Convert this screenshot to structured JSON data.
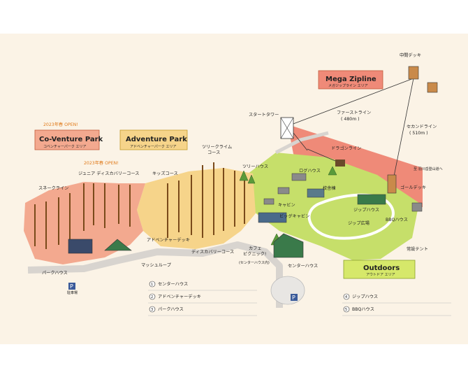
{
  "areas": {
    "coventure": {
      "title": "Co-Venture Park",
      "subtitle": "コベンチャーパーク エリア",
      "badge": "2023年春 OPEN!"
    },
    "adventure": {
      "title": "Adventure Park",
      "subtitle": "アドベンチャーパーク エリア",
      "badge": "2023年春 OPEN!"
    },
    "zipline": {
      "title": "Mega Zipline",
      "subtitle": "メガジップライン エリア"
    },
    "outdoors": {
      "title": "Outdoors",
      "subtitle": "アウトドア エリア"
    }
  },
  "places": {
    "snake_line": "スネークライン",
    "junior_course": "ジュニア ディスカバリーコース",
    "kids_course": "キッズコース",
    "tree_climb": "ツリークライム\nコース",
    "adventure_deck": "アドベンチャーデッキ",
    "discovery_course": "ディスカバリーコース",
    "mash_loop": "マッシュループ",
    "park_house": "パークハウス",
    "parking": "駐車場",
    "start_tower": "スタートタワー",
    "first_line": "ファーストライン",
    "first_line_len": "( 480m )",
    "second_line": "セカンドライン",
    "second_line_len": "( 510m )",
    "middle_deck": "中間デッキ",
    "dragon_line": "ドラゴンライン",
    "road": "至 羽川岳登山道へ",
    "goal_deck": "ゴールデッキ",
    "tree_house": "ツリーハウス",
    "log_house": "ログハウス",
    "school": "校舎棟",
    "cabin": "キャビン",
    "big_cabin": "ビッグキャビン",
    "zip_house": "ジップハウス",
    "zip_plaza": "ジップ広場",
    "bbq_house": "BBQハウス",
    "tent": "常設テント",
    "cafe": "カフェ\nピクニック!",
    "cafe_sub": "(センターハウス内)",
    "center_house": "センターハウス"
  },
  "legend_left": [
    {
      "num": "1",
      "label": "センターハウス"
    },
    {
      "num": "2",
      "label": "アドベンチャーデッキ"
    },
    {
      "num": "3",
      "label": "パークハウス"
    }
  ],
  "legend_right": [
    {
      "num": "4",
      "label": "ジップハウス"
    },
    {
      "num": "5",
      "label": "BBQハウス"
    }
  ],
  "colors": {
    "bg": "#fbf3e6",
    "coventure": "#f3a98f",
    "adventure": "#f6d48a",
    "zipline": "#ef8a78",
    "outdoors": "#c6df6a",
    "outdoors_badge": "#d6e86a",
    "path": "#d8d4cf",
    "accent": "#e07a1a"
  }
}
